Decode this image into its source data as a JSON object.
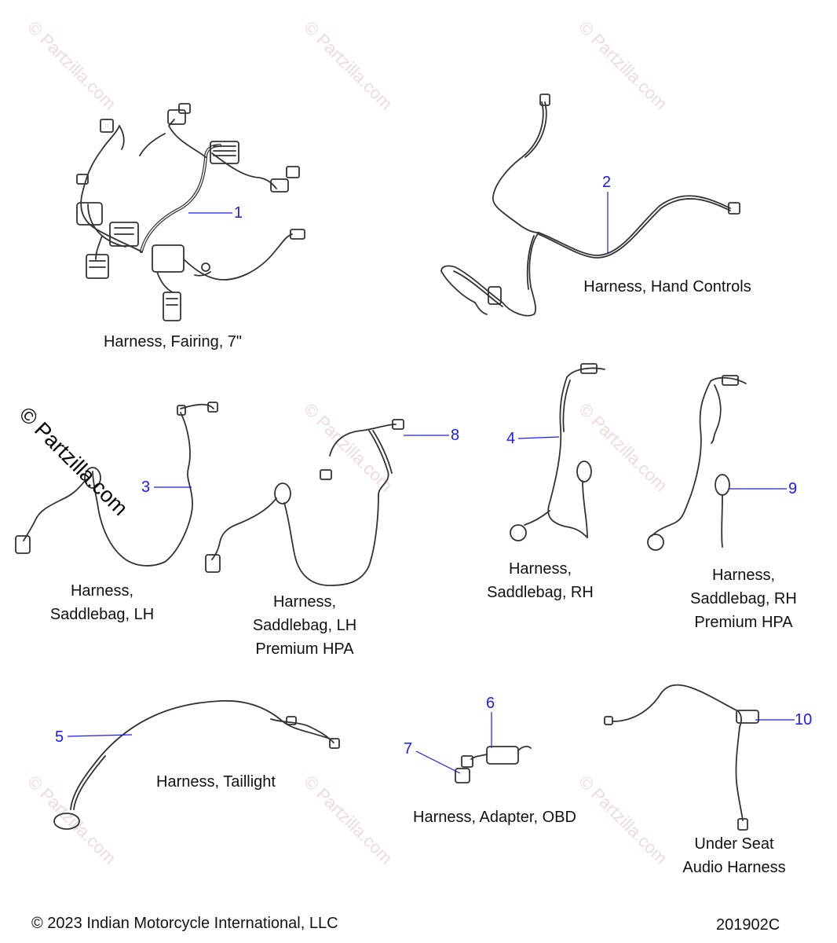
{
  "colors": {
    "leader": "#1a1aff",
    "wire": "#333333",
    "watermark": "#d08080"
  },
  "watermark": {
    "text": "© Partzilla.com"
  },
  "parts": [
    {
      "number": "1",
      "caption_lines": [
        "Harness, Fairing, 7\""
      ]
    },
    {
      "number": "2",
      "caption_lines": [
        "Harness, Hand Controls"
      ]
    },
    {
      "number": "3",
      "caption_lines": [
        "Harness,",
        "Saddlebag, LH"
      ]
    },
    {
      "number": "8",
      "caption_lines": [
        "Harness,",
        "Saddlebag, LH",
        "Premium HPA"
      ]
    },
    {
      "number": "4",
      "caption_lines": [
        "Harness,",
        "Saddlebag, RH"
      ]
    },
    {
      "number": "9",
      "caption_lines": [
        "Harness,",
        "Saddlebag, RH",
        "Premium HPA"
      ]
    },
    {
      "number": "5",
      "caption_lines": [
        "Harness, Taillight"
      ]
    },
    {
      "number": "6",
      "caption_lines": []
    },
    {
      "number": "7",
      "caption_lines": [
        "Harness, Adapter, OBD"
      ]
    },
    {
      "number": "10",
      "caption_lines": [
        "Under Seat",
        "Audio Harness"
      ]
    }
  ],
  "footer": {
    "copyright": "© 2023 Indian Motorcycle International, LLC",
    "diagram_id": "201902C"
  }
}
